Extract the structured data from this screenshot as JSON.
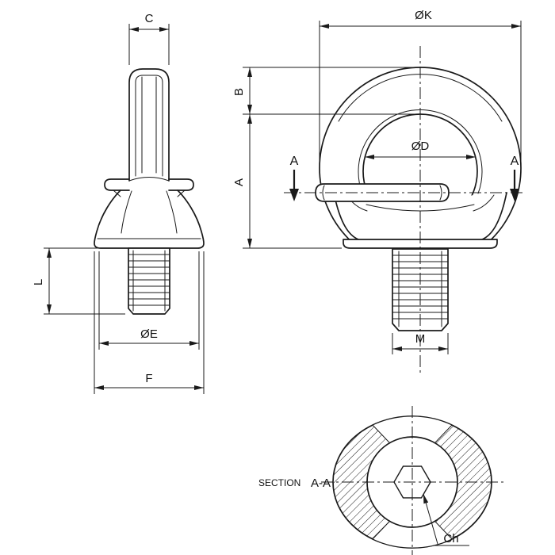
{
  "page": {
    "background": "#ffffff",
    "line_color": "#1a1a1a"
  },
  "side_view": {
    "dim_c": "C",
    "dim_l": "L",
    "dim_e": "ØE",
    "dim_f": "F"
  },
  "front_view": {
    "dim_k": "ØK",
    "dim_b": "B",
    "dim_d": "ØD",
    "dim_a": "A",
    "dim_m": "M",
    "cut_label_left": "A",
    "cut_label_right": "A"
  },
  "section_view": {
    "caption_prefix": "SECTION",
    "caption_name": "A-A",
    "dim_ch": "Ch"
  }
}
